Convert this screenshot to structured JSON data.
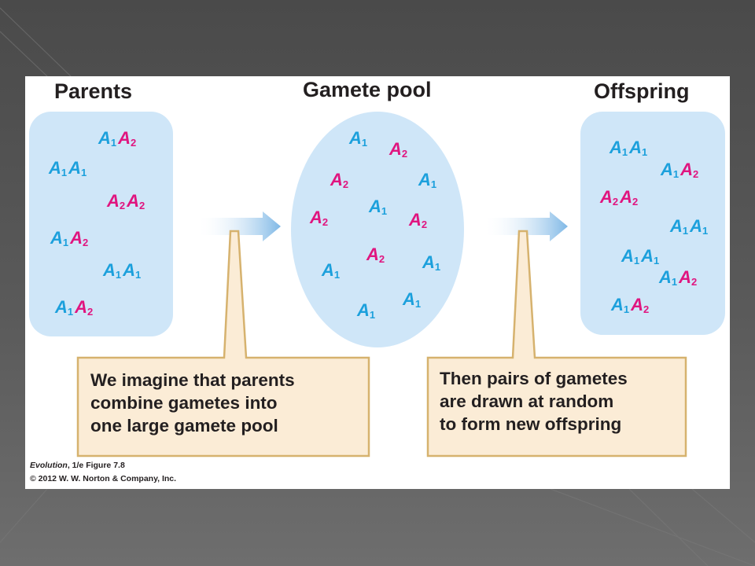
{
  "titles": {
    "parents": "Parents",
    "gamete_pool": "Gamete pool",
    "offspring": "Offspring"
  },
  "parents": [
    [
      "A1",
      "A2"
    ],
    [
      "A1",
      "A1"
    ],
    [
      "A2",
      "A2"
    ],
    [
      "A1",
      "A2"
    ],
    [
      "A1",
      "A1"
    ],
    [
      "A1",
      "A2"
    ]
  ],
  "gametes": [
    "A1",
    "A2",
    "A2",
    "A1",
    "A1",
    "A2",
    "A2",
    "A2",
    "A1",
    "A1",
    "A1",
    "A1"
  ],
  "offspring": [
    [
      "A1",
      "A1"
    ],
    [
      "A1",
      "A2"
    ],
    [
      "A2",
      "A2"
    ],
    [
      "A1",
      "A1"
    ],
    [
      "A1",
      "A1"
    ],
    [
      "A1",
      "A2"
    ],
    [
      "A1",
      "A2"
    ]
  ],
  "callouts": {
    "left": [
      "We imagine that parents",
      "combine gametes into",
      "one large gamete pool"
    ],
    "right": [
      "Then pairs of gametes",
      "are drawn at random",
      "to form new offspring"
    ]
  },
  "credit": {
    "book": "Evolution",
    "edition_figure": ", 1/e  Figure 7.8",
    "copyright": "© 2012 W. W. Norton & Company, Inc."
  },
  "colors": {
    "allele_A1": "#1ca0dc",
    "allele_A2": "#e0157f",
    "pool_fill": "#cfe6f8",
    "callout_fill": "#fbecd6",
    "callout_border": "#d6b26e"
  }
}
